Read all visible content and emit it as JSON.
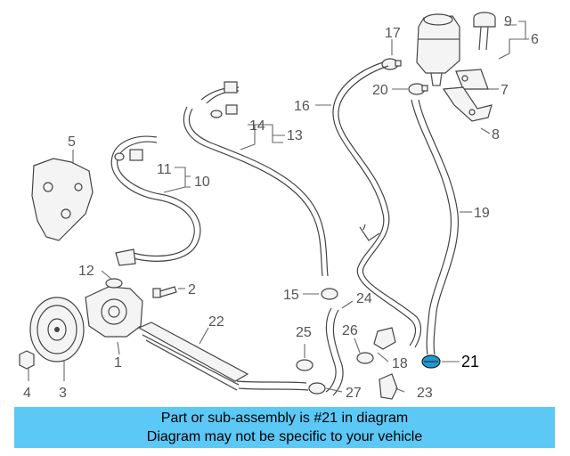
{
  "highlight_color": "#1e9ad6",
  "banner_color": "#5bc8f5",
  "callouts": {
    "n1": "1",
    "n2": "2",
    "n3": "3",
    "n4": "4",
    "n5": "5",
    "n6": "6",
    "n7": "7",
    "n8": "8",
    "n9": "9",
    "n10": "10",
    "n11": "11",
    "n12": "12",
    "n13": "13",
    "n14": "14",
    "n15": "15",
    "n16": "16",
    "n17": "17",
    "n18": "18",
    "n19": "19",
    "n20": "20",
    "n21": "21",
    "n22": "22",
    "n23": "23",
    "n24": "24",
    "n25": "25",
    "n26": "26",
    "n27": "27"
  },
  "banner": {
    "line1": "Part or sub-assembly is #21 in diagram",
    "line2": "Diagram may not be specific to your vehicle"
  }
}
